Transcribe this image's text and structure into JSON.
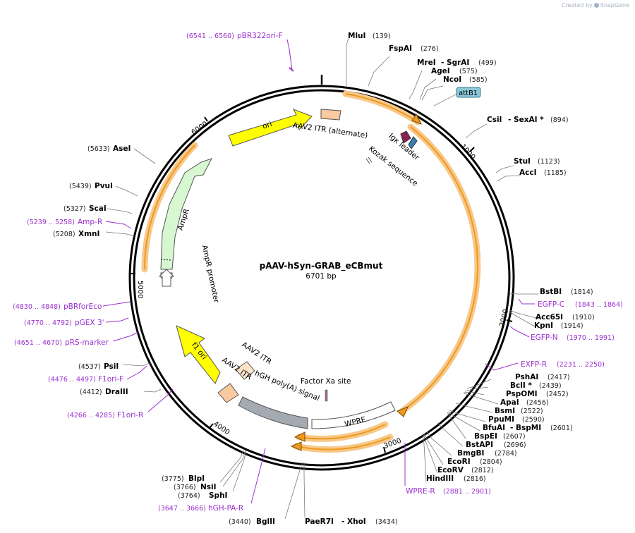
{
  "app": {
    "created_by_label": "Created by",
    "brand_name": "SnapGene"
  },
  "plasmid": {
    "name": "pAAV-hSyn-GRAB_eCBmut",
    "length_label": "6701 bp"
  },
  "ticks": [
    "1000",
    "2000",
    "3000",
    "4000",
    "5000",
    "6000"
  ],
  "sites": [
    {
      "id": "mlui",
      "name": "MluI",
      "pos": "(139)"
    },
    {
      "id": "fspai",
      "name": "FspAI",
      "pos": "(276)"
    },
    {
      "id": "mrei",
      "name": "MreI",
      "extra": "- SgrAI",
      "pos": "(499)"
    },
    {
      "id": "agei",
      "name": "AgeI",
      "pos": "(575)"
    },
    {
      "id": "ncoi",
      "name": "NcoI",
      "pos": "(585)"
    },
    {
      "id": "csii",
      "name": "CsiI",
      "extra": "- SexAI *",
      "pos": "(894)"
    },
    {
      "id": "stui",
      "name": "StuI",
      "pos": "(1123)"
    },
    {
      "id": "acci",
      "name": "AccI",
      "pos": "(1185)"
    },
    {
      "id": "bstbi",
      "name": "BstBI",
      "pos": "(1814)"
    },
    {
      "id": "acc65i",
      "name": "Acc65I",
      "pos": "(1910)"
    },
    {
      "id": "kpni",
      "name": "KpnI",
      "pos": "(1914)"
    },
    {
      "id": "pshai",
      "name": "PshAI",
      "pos": "(2417)"
    },
    {
      "id": "bcli",
      "name": "BclI *",
      "pos": "(2439)"
    },
    {
      "id": "pspomi",
      "name": "PspOMI",
      "pos": "(2452)"
    },
    {
      "id": "apai",
      "name": "ApaI",
      "pos": "(2456)"
    },
    {
      "id": "bsmi",
      "name": "BsmI",
      "pos": "(2522)"
    },
    {
      "id": "ppumi",
      "name": "PpuMI",
      "pos": "(2590)"
    },
    {
      "id": "bfuai",
      "name": "BfuAI",
      "extra": "- BspMI",
      "pos": "(2601)"
    },
    {
      "id": "bspei",
      "name": "BspEI",
      "pos": "(2607)"
    },
    {
      "id": "bstapi",
      "name": "BstAPI",
      "pos": "(2696)"
    },
    {
      "id": "bmgbi",
      "name": "BmgBI",
      "pos": "(2784)"
    },
    {
      "id": "ecori",
      "name": "EcoRI",
      "pos": "(2804)"
    },
    {
      "id": "ecorv",
      "name": "EcoRV",
      "pos": "(2812)"
    },
    {
      "id": "hindiii",
      "name": "HindIII",
      "pos": "(2816)"
    },
    {
      "id": "paer7i",
      "name": "PaeR7I",
      "extra": "- XhoI",
      "pos": "(3434)"
    },
    {
      "id": "bglii",
      "name": "BglII",
      "pos": "(3440)"
    },
    {
      "id": "sphi",
      "name": "SphI",
      "pos": "(3764)"
    },
    {
      "id": "nsii",
      "name": "NsiI",
      "pos": "(3766)"
    },
    {
      "id": "blpi",
      "name": "BlpI",
      "pos": "(3775)"
    },
    {
      "id": "draiii",
      "name": "DraIII",
      "pos": "(4412)"
    },
    {
      "id": "psii",
      "name": "PsiI",
      "pos": "(4537)"
    },
    {
      "id": "xmni",
      "name": "XmnI",
      "pos": "(5208)"
    },
    {
      "id": "scai",
      "name": "ScaI",
      "pos": "(5327)"
    },
    {
      "id": "pvui",
      "name": "PvuI",
      "pos": "(5439)"
    },
    {
      "id": "asei",
      "name": "AseI",
      "pos": "(5633)"
    }
  ],
  "primers": [
    {
      "id": "pbr322ori-f",
      "name": "pBR322ori-F",
      "range": "(6541 .. 6560)"
    },
    {
      "id": "egfp-c",
      "name": "EGFP-C",
      "range": "(1843 .. 1864)"
    },
    {
      "id": "egfp-n",
      "name": "EGFP-N",
      "range": "(1970 .. 1991)"
    },
    {
      "id": "exfp-r",
      "name": "EXFP-R",
      "range": "(2231 .. 2250)"
    },
    {
      "id": "wpre-r",
      "name": "WPRE-R",
      "range": "(2881 .. 2901)"
    },
    {
      "id": "hgh-pa-r",
      "name": "hGH-PA-R",
      "range": "(3647 .. 3666)"
    },
    {
      "id": "f1ori-r",
      "name": "F1ori-R",
      "range": "(4266 .. 4285)"
    },
    {
      "id": "f1ori-f",
      "name": "F1ori-F",
      "range": "(4476 .. 4497)"
    },
    {
      "id": "prs-marker",
      "name": "pRS-marker",
      "range": "(4651 .. 4670)"
    },
    {
      "id": "pgex3",
      "name": "pGEX 3'",
      "range": "(4770 .. 4792)"
    },
    {
      "id": "pbrforeco",
      "name": "pBRforEco",
      "range": "(4830 .. 4848)"
    },
    {
      "id": "amp-r",
      "name": "Amp-R",
      "range": "(5239 .. 5258)"
    }
  ],
  "features": {
    "attb1": "attB1",
    "aav2_itr_alt": "AAV2 ITR (alternate)",
    "igk_leader": "Igκ leader",
    "kozak": "Kozak sequence",
    "ori": "ori",
    "ampr": "AmpR",
    "ampr_promoter": "AmpR promoter",
    "f1_ori": "f1 ori",
    "aav2_itr_1": "AAV2 ITR",
    "aav2_itr_2": "AAV2 ITR",
    "hgh_polya": "hGH poly(A) signal",
    "factor_xa": "Factor Xa site",
    "wpre": "WPRE"
  },
  "colors": {
    "backbone": "#000000",
    "cds_highlight": "#f7c88a",
    "cds_arrow": "#ee9a1e",
    "ori": "#ffff00",
    "ampr": "#d6f7d0",
    "itr": "#f9c9a0",
    "polya": "#a4aab1",
    "primer": "#9b30d0",
    "attb": "#8cc8d8"
  }
}
